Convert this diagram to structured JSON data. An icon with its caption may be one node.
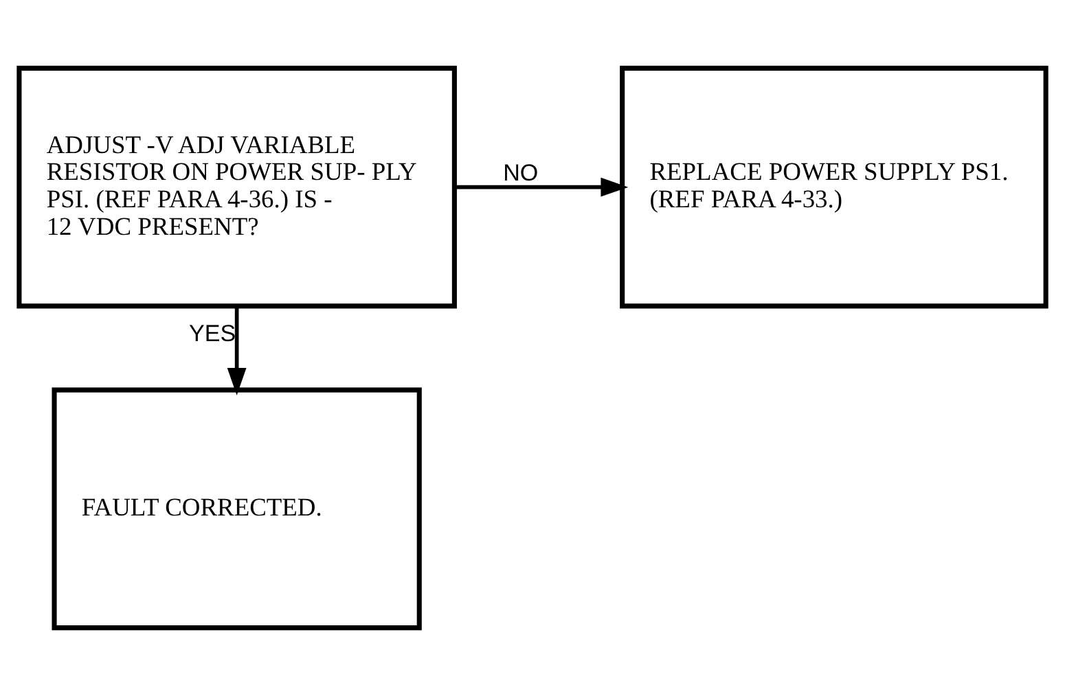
{
  "diagram": {
    "nodes": [
      {
        "text": [
          "ADJUST -V ADJ VARIABLE RESISTOR ON POWER SUP- PLY PSI. (REF PARA 4-36.) IS - 12 VDC PRESENT?"
        ]
      },
      {
        "text": [
          "REPLACE POWER SUPPLY PS1. (REF PARA 4-33.)"
        ]
      },
      {
        "text": [
          "FAULT CORRECTED."
        ]
      }
    ],
    "edges": [
      {
        "from": 0,
        "to": 1,
        "arrow": "to",
        "label": "NO"
      },
      {
        "from": 0,
        "to": 2,
        "arrow": "to",
        "label": "YES"
      }
    ]
  }
}
